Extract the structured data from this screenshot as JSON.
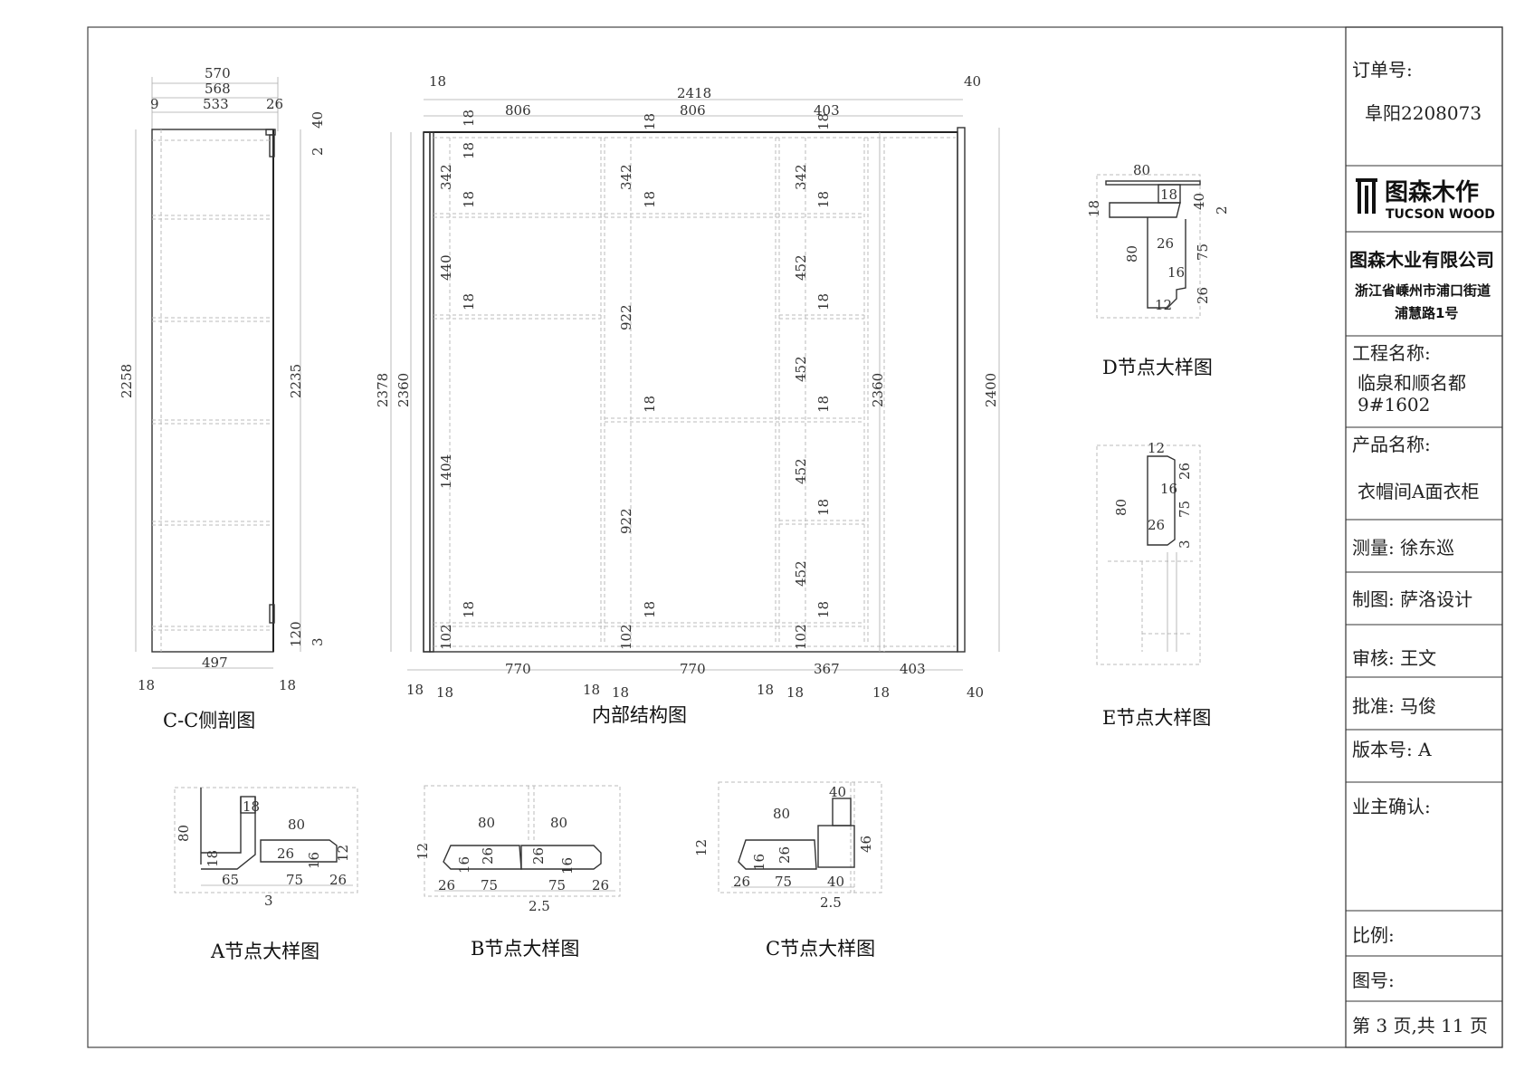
{
  "title_block": {
    "order_label": "订单号:",
    "order_value": "阜阳2208073",
    "logo_cn": "图森木作",
    "logo_en": "TUCSON WOOD",
    "company": "图森木业有限公司",
    "address_line1": "浙江省嵊州市浦口街道",
    "address_line2": "浦慧路1号",
    "project_label": "工程名称:",
    "project_line1": "临泉和顺名都",
    "project_line2": "9#1602",
    "product_label": "产品名称:",
    "product_value": "衣帽间A面衣柜",
    "measure": "测量: 徐东巡",
    "drafted": "制图: 萨洛设计",
    "review": "审核: 王文",
    "approve": "批准: 马俊",
    "version": "版本号: A",
    "owner": "业主确认:",
    "scale": "比例:",
    "drawing_no": "图号:",
    "page": "第 3 页,共 11 页"
  },
  "captions": {
    "side_section": "C-C侧剖图",
    "internal": "内部结构图",
    "detail_a": "A节点大样图",
    "detail_b": "B节点大样图",
    "detail_c": "C节点大样图",
    "detail_d": "D节点大样图",
    "detail_e": "E节点大样图"
  },
  "side_dims": {
    "top_total": "570",
    "top_mid": "568",
    "top_left": "9",
    "top_inner": "533",
    "top_right": "26",
    "right_top": "40",
    "right_gap": "2",
    "left_height": "2258",
    "inner_height": "2235",
    "bottom_right1": "120",
    "bottom_right2": "3",
    "bottom_width": "497",
    "bottom_left": "18",
    "bottom_rightside": "18"
  },
  "internal_dims": {
    "overall": "2418",
    "left_offset": "18",
    "right_offset": "40",
    "top_bays": [
      "806",
      "806",
      "403"
    ],
    "bottom_bays": [
      "770",
      "770",
      "367",
      "403"
    ],
    "heights": {
      "outer": "2378",
      "inner": "2360",
      "right_inner": "2360",
      "right_outer": "2400"
    },
    "bay1": [
      "342",
      "440",
      "1404",
      "102"
    ],
    "bay2": [
      "342",
      "922",
      "922",
      "102"
    ],
    "bay3": [
      "342",
      "452",
      "452",
      "452",
      "452",
      "102"
    ],
    "panel": "18",
    "bottom_right": "40"
  },
  "detail_d": {
    "w": "80",
    "t1": "18",
    "t2": "18",
    "h1": "40",
    "g": "2",
    "v": "80",
    "a": "26",
    "b": "16",
    "c": "75",
    "d": "26",
    "e": "12"
  },
  "detail_e": {
    "a": "12",
    "b": "26",
    "c": "16",
    "d": "80",
    "e": "26",
    "f": "75",
    "g": "3"
  },
  "detail_a": {
    "h": "80",
    "p": "18",
    "w": "80",
    "a": "26",
    "b": "18",
    "c": "16",
    "d": "12",
    "x1": "65",
    "x2": "75",
    "x3": "26",
    "x4": "3"
  },
  "detail_b": {
    "w1": "80",
    "w2": "80",
    "h": "12",
    "a": "16",
    "b": "26",
    "c": "26",
    "d": "16",
    "x1": "26",
    "x2": "75",
    "x3": "75",
    "x4": "26",
    "x5": "2.5"
  },
  "detail_c": {
    "t": "40",
    "w": "80",
    "h": "12",
    "a": "16",
    "b": "26",
    "v": "46",
    "x1": "26",
    "x2": "75",
    "x3": "40",
    "x4": "2.5"
  }
}
